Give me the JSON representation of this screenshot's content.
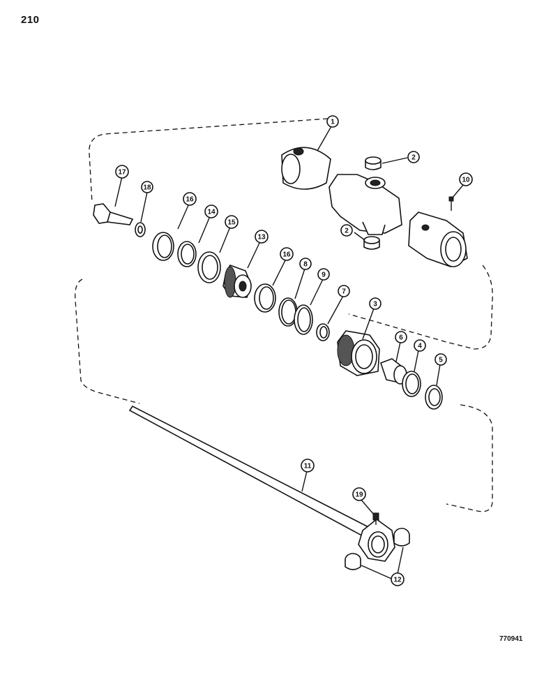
{
  "page_number": "210",
  "figure_number": "770941",
  "callouts": [
    {
      "id": "c1",
      "label": "1"
    },
    {
      "id": "c2a",
      "label": "2"
    },
    {
      "id": "c2b",
      "label": "2"
    },
    {
      "id": "c10",
      "label": "10"
    },
    {
      "id": "c17",
      "label": "17"
    },
    {
      "id": "c18",
      "label": "18"
    },
    {
      "id": "c16a",
      "label": "16"
    },
    {
      "id": "c14",
      "label": "14"
    },
    {
      "id": "c15",
      "label": "15"
    },
    {
      "id": "c13",
      "label": "13"
    },
    {
      "id": "c16b",
      "label": "16"
    },
    {
      "id": "c8",
      "label": "8"
    },
    {
      "id": "c9",
      "label": "9"
    },
    {
      "id": "c7",
      "label": "7"
    },
    {
      "id": "c3",
      "label": "3"
    },
    {
      "id": "c6",
      "label": "6"
    },
    {
      "id": "c4",
      "label": "4"
    },
    {
      "id": "c5",
      "label": "5"
    },
    {
      "id": "c11",
      "label": "11"
    },
    {
      "id": "c19",
      "label": "19"
    },
    {
      "id": "c12",
      "label": "12"
    }
  ]
}
